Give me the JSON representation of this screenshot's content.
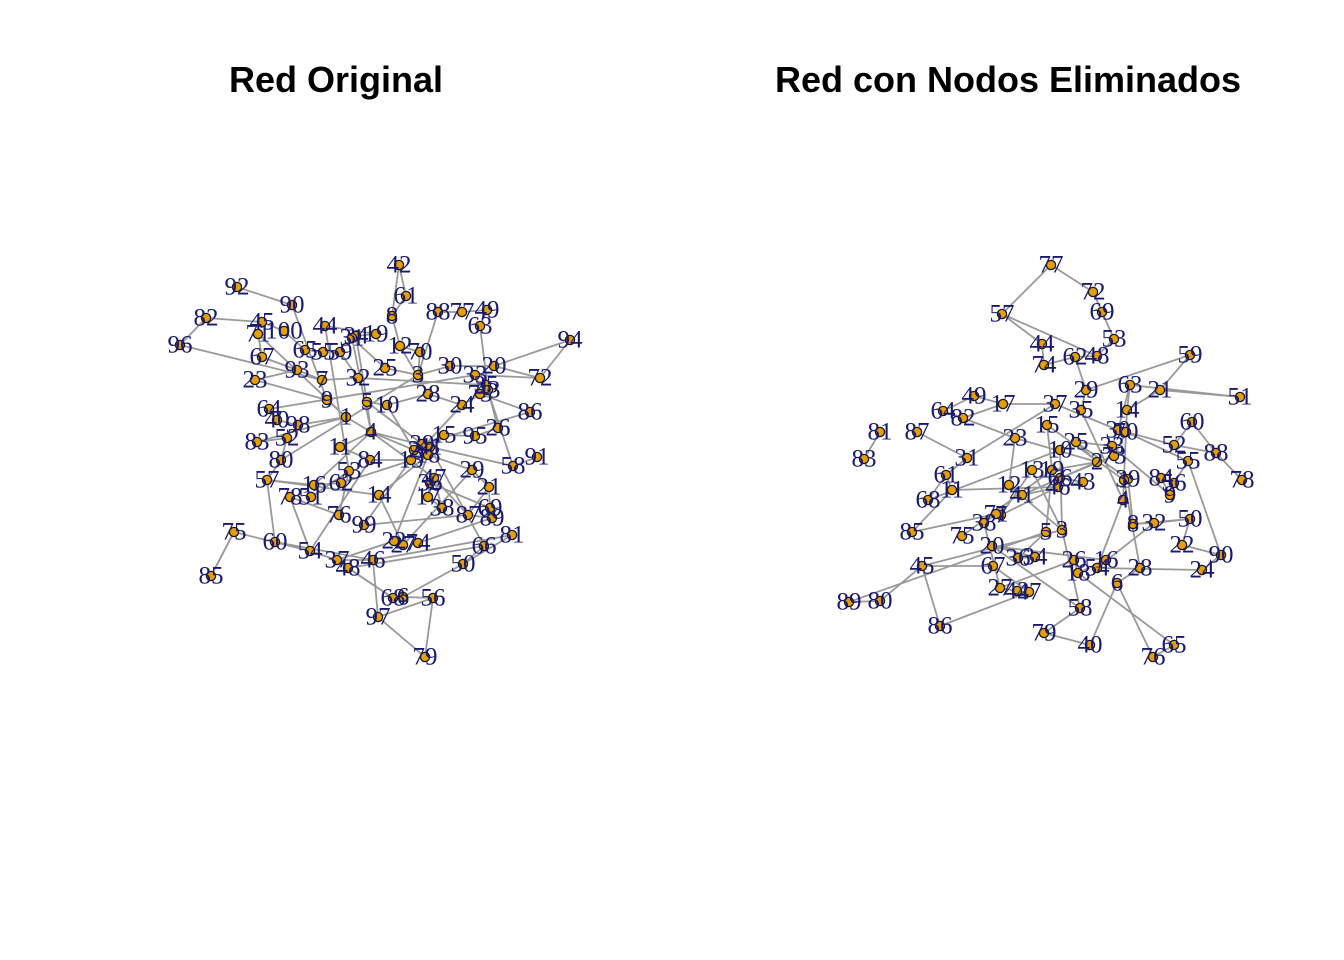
{
  "colors": {
    "edge": "#999999",
    "node_fill": "#e69f00",
    "node_stroke": "#1a1a1a",
    "label": "#191970",
    "title": "#000000"
  },
  "panels": [
    {
      "title": "Red Original",
      "nodes": [
        "42",
        "61",
        "92",
        "90",
        "8",
        "88",
        "77",
        "49",
        "63",
        "82",
        "45",
        "100",
        "44",
        "19",
        "96",
        "71",
        "34",
        "12",
        "70",
        "94",
        "67",
        "65",
        "55",
        "59",
        "31",
        "25",
        "3",
        "30",
        "20",
        "93",
        "7",
        "32",
        "72",
        "33",
        "35",
        "73",
        "23",
        "9",
        "5",
        "10",
        "28",
        "24",
        "43",
        "64",
        "1",
        "86",
        "40",
        "98",
        "4",
        "52",
        "15",
        "26",
        "83",
        "39",
        "95",
        "80",
        "11",
        "2",
        "41",
        "62",
        "18",
        "58",
        "84",
        "13",
        "91",
        "57",
        "16",
        "14",
        "27",
        "29",
        "21",
        "69",
        "36",
        "17",
        "38",
        "47",
        "99",
        "87",
        "89",
        "74",
        "60",
        "46",
        "81",
        "75",
        "54",
        "37",
        "22",
        "85",
        "68",
        "48",
        "66",
        "50",
        "6",
        "56",
        "97",
        "79",
        "51",
        "53",
        "76",
        "78"
      ],
      "edges": [
        [
          "42",
          "61"
        ],
        [
          "42",
          "8"
        ],
        [
          "92",
          "90"
        ],
        [
          "82",
          "96"
        ],
        [
          "82",
          "45"
        ],
        [
          "45",
          "100"
        ],
        [
          "71",
          "67"
        ],
        [
          "44",
          "19"
        ],
        [
          "19",
          "34"
        ],
        [
          "8",
          "12"
        ],
        [
          "12",
          "70"
        ],
        [
          "88",
          "77"
        ],
        [
          "77",
          "49"
        ],
        [
          "49",
          "63"
        ],
        [
          "94",
          "72"
        ],
        [
          "94",
          "20"
        ],
        [
          "65",
          "55"
        ],
        [
          "55",
          "59"
        ],
        [
          "31",
          "25"
        ],
        [
          "25",
          "3"
        ],
        [
          "3",
          "30"
        ],
        [
          "30",
          "20"
        ],
        [
          "20",
          "72"
        ],
        [
          "93",
          "7"
        ],
        [
          "7",
          "32"
        ],
        [
          "32",
          "35"
        ],
        [
          "33",
          "73"
        ],
        [
          "73",
          "86"
        ],
        [
          "23",
          "9"
        ],
        [
          "9",
          "1"
        ],
        [
          "1",
          "4"
        ],
        [
          "5",
          "10"
        ],
        [
          "10",
          "28"
        ],
        [
          "28",
          "24"
        ],
        [
          "24",
          "43"
        ],
        [
          "43",
          "26"
        ],
        [
          "64",
          "40"
        ],
        [
          "40",
          "98"
        ],
        [
          "98",
          "1"
        ],
        [
          "83",
          "52"
        ],
        [
          "52",
          "80"
        ],
        [
          "80",
          "57"
        ],
        [
          "57",
          "16"
        ],
        [
          "16",
          "62"
        ],
        [
          "62",
          "18"
        ],
        [
          "18",
          "15"
        ],
        [
          "15",
          "95"
        ],
        [
          "4",
          "2"
        ],
        [
          "2",
          "41"
        ],
        [
          "41",
          "58"
        ],
        [
          "58",
          "91"
        ],
        [
          "84",
          "13"
        ],
        [
          "11",
          "84"
        ],
        [
          "14",
          "27"
        ],
        [
          "27",
          "29"
        ],
        [
          "29",
          "21"
        ],
        [
          "21",
          "69"
        ],
        [
          "69",
          "36"
        ],
        [
          "36",
          "17"
        ],
        [
          "17",
          "38"
        ],
        [
          "38",
          "47"
        ],
        [
          "47",
          "87"
        ],
        [
          "87",
          "89"
        ],
        [
          "89",
          "74"
        ],
        [
          "60",
          "46"
        ],
        [
          "46",
          "81"
        ],
        [
          "75",
          "85"
        ],
        [
          "75",
          "54"
        ],
        [
          "54",
          "37"
        ],
        [
          "37",
          "22"
        ],
        [
          "68",
          "48"
        ],
        [
          "48",
          "66"
        ],
        [
          "66",
          "50"
        ],
        [
          "50",
          "6"
        ],
        [
          "6",
          "56"
        ],
        [
          "56",
          "97"
        ],
        [
          "97",
          "79"
        ],
        [
          "51",
          "53"
        ],
        [
          "53",
          "76"
        ],
        [
          "76",
          "78"
        ],
        [
          "99",
          "39"
        ],
        [
          "99",
          "87"
        ],
        [
          "13",
          "24"
        ],
        [
          "61",
          "8"
        ],
        [
          "88",
          "3"
        ],
        [
          "63",
          "43"
        ],
        [
          "90",
          "9"
        ],
        [
          "34",
          "5"
        ],
        [
          "31",
          "4"
        ],
        [
          "100",
          "65"
        ],
        [
          "59",
          "32"
        ],
        [
          "5",
          "4"
        ],
        [
          "4",
          "41"
        ],
        [
          "2",
          "15"
        ],
        [
          "35",
          "58"
        ],
        [
          "26",
          "95"
        ],
        [
          "39",
          "86"
        ],
        [
          "11",
          "4"
        ],
        [
          "16",
          "4"
        ],
        [
          "29",
          "2"
        ],
        [
          "47",
          "4"
        ],
        [
          "14",
          "18"
        ],
        [
          "41",
          "66"
        ],
        [
          "60",
          "57"
        ],
        [
          "85",
          "75"
        ],
        [
          "79",
          "56"
        ],
        [
          "97",
          "46"
        ],
        [
          "48",
          "68"
        ],
        [
          "50",
          "81"
        ],
        [
          "22",
          "27"
        ],
        [
          "37",
          "46"
        ],
        [
          "54",
          "78"
        ],
        [
          "53",
          "44"
        ],
        [
          "67",
          "93"
        ],
        [
          "23",
          "93"
        ],
        [
          "96",
          "7"
        ],
        [
          "70",
          "3"
        ],
        [
          "72",
          "33"
        ],
        [
          "71",
          "1"
        ],
        [
          "64",
          "33"
        ],
        [
          "83",
          "1"
        ],
        [
          "80",
          "3"
        ],
        [
          "39",
          "5"
        ],
        [
          "12",
          "28"
        ],
        [
          "57",
          "14"
        ],
        [
          "54",
          "84"
        ],
        [
          "87",
          "21"
        ],
        [
          "18",
          "22"
        ],
        [
          "10",
          "2"
        ]
      ]
    },
    {
      "title": "Red con Nodos Eliminados",
      "nodes": [
        "77",
        "72",
        "57",
        "69",
        "53",
        "44",
        "62",
        "48",
        "59",
        "74",
        "29",
        "63",
        "21",
        "51",
        "49",
        "17",
        "37",
        "35",
        "14",
        "64",
        "82",
        "30",
        "60",
        "81",
        "87",
        "23",
        "15",
        "25",
        "33",
        "52",
        "88",
        "83",
        "31",
        "10",
        "19",
        "3",
        "2",
        "8",
        "78",
        "61",
        "12",
        "39",
        "68",
        "11",
        "46",
        "41",
        "43",
        "38",
        "7",
        "5",
        "4",
        "13",
        "85",
        "71",
        "32",
        "50",
        "9",
        "75",
        "20",
        "36",
        "22",
        "90",
        "45",
        "67",
        "34",
        "27",
        "26",
        "18",
        "47",
        "16",
        "54",
        "24",
        "89",
        "80",
        "42",
        "58",
        "86",
        "79",
        "40",
        "65",
        "76",
        "6",
        "28",
        "1",
        "84",
        "56",
        "55",
        "70",
        "73",
        "66"
      ],
      "edges": [
        [
          "77",
          "72"
        ],
        [
          "77",
          "57"
        ],
        [
          "72",
          "69"
        ],
        [
          "57",
          "44"
        ],
        [
          "44",
          "74"
        ],
        [
          "69",
          "53"
        ],
        [
          "53",
          "48"
        ],
        [
          "48",
          "62"
        ],
        [
          "62",
          "29"
        ],
        [
          "29",
          "35"
        ],
        [
          "59",
          "21"
        ],
        [
          "21",
          "51"
        ],
        [
          "63",
          "14"
        ],
        [
          "14",
          "4"
        ],
        [
          "49",
          "17"
        ],
        [
          "17",
          "37"
        ],
        [
          "37",
          "30"
        ],
        [
          "64",
          "82"
        ],
        [
          "82",
          "23"
        ],
        [
          "81",
          "83"
        ],
        [
          "87",
          "31"
        ],
        [
          "31",
          "61"
        ],
        [
          "61",
          "68"
        ],
        [
          "60",
          "52"
        ],
        [
          "52",
          "88"
        ],
        [
          "88",
          "78"
        ],
        [
          "15",
          "19"
        ],
        [
          "19",
          "2"
        ],
        [
          "2",
          "25"
        ],
        [
          "25",
          "33"
        ],
        [
          "33",
          "9"
        ],
        [
          "10",
          "3"
        ],
        [
          "3",
          "12"
        ],
        [
          "12",
          "41"
        ],
        [
          "41",
          "43"
        ],
        [
          "39",
          "8"
        ],
        [
          "8",
          "32"
        ],
        [
          "32",
          "50"
        ],
        [
          "50",
          "22"
        ],
        [
          "22",
          "90"
        ],
        [
          "90",
          "24"
        ],
        [
          "46",
          "7"
        ],
        [
          "7",
          "13"
        ],
        [
          "38",
          "71"
        ],
        [
          "71",
          "85"
        ],
        [
          "75",
          "19"
        ],
        [
          "19",
          "5"
        ],
        [
          "5",
          "36"
        ],
        [
          "36",
          "34"
        ],
        [
          "34",
          "20"
        ],
        [
          "20",
          "16"
        ],
        [
          "16",
          "18"
        ],
        [
          "18",
          "26"
        ],
        [
          "26",
          "27"
        ],
        [
          "45",
          "67"
        ],
        [
          "67",
          "47"
        ],
        [
          "47",
          "42"
        ],
        [
          "42",
          "27"
        ],
        [
          "89",
          "80"
        ],
        [
          "80",
          "45"
        ],
        [
          "86",
          "45"
        ],
        [
          "58",
          "79"
        ],
        [
          "79",
          "40"
        ],
        [
          "40",
          "6"
        ],
        [
          "65",
          "76"
        ],
        [
          "76",
          "6"
        ],
        [
          "6",
          "28"
        ],
        [
          "28",
          "1"
        ],
        [
          "84",
          "56"
        ],
        [
          "56",
          "55"
        ],
        [
          "55",
          "70"
        ],
        [
          "70",
          "73"
        ],
        [
          "73",
          "66"
        ],
        [
          "11",
          "46"
        ],
        [
          "4",
          "54"
        ],
        [
          "54",
          "24"
        ],
        [
          "9",
          "84"
        ],
        [
          "15",
          "1"
        ],
        [
          "23",
          "2"
        ],
        [
          "62",
          "74"
        ],
        [
          "63",
          "30"
        ],
        [
          "35",
          "4"
        ],
        [
          "37",
          "31"
        ],
        [
          "11",
          "85"
        ],
        [
          "3",
          "45"
        ],
        [
          "3",
          "58"
        ],
        [
          "8",
          "50"
        ],
        [
          "21",
          "14"
        ],
        [
          "60",
          "88"
        ],
        [
          "43",
          "66"
        ],
        [
          "38",
          "27"
        ],
        [
          "5",
          "89"
        ],
        [
          "54",
          "32"
        ],
        [
          "12",
          "23"
        ],
        [
          "10",
          "68"
        ],
        [
          "41",
          "2"
        ],
        [
          "61",
          "11"
        ],
        [
          "55",
          "90"
        ],
        [
          "13",
          "3"
        ],
        [
          "20",
          "58"
        ],
        [
          "47",
          "86"
        ],
        [
          "65",
          "18"
        ],
        [
          "70",
          "52"
        ],
        [
          "39",
          "25"
        ],
        [
          "49",
          "64"
        ],
        [
          "57",
          "48"
        ],
        [
          "51",
          "63"
        ],
        [
          "17",
          "82"
        ],
        [
          "59",
          "29"
        ]
      ]
    }
  ]
}
